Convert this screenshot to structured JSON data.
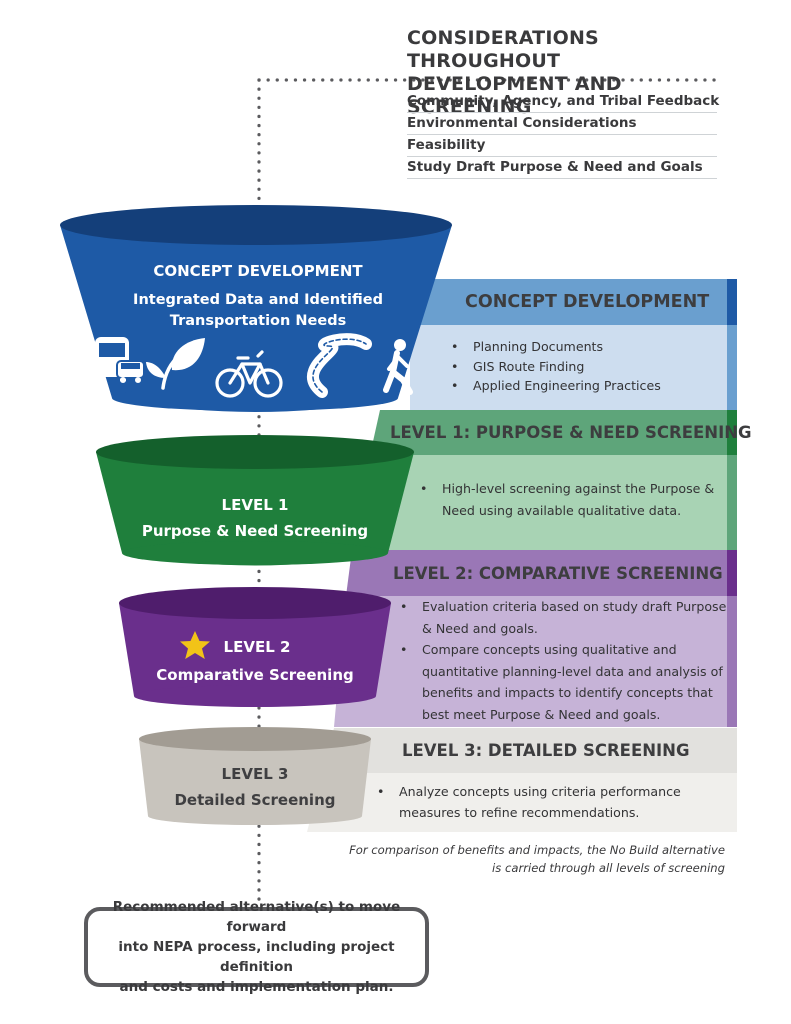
{
  "considerations": {
    "title_line1": "CONSIDERATIONS THROUGHOUT",
    "title_line2": "DEVELOPMENT AND SCREENING",
    "items": [
      "Community, Agency, and Tribal Feedback",
      "Environmental Considerations",
      "Feasibility",
      "Study Draft Purpose & Need and Goals"
    ]
  },
  "funnel": {
    "concept": {
      "title": "CONCEPT DEVELOPMENT",
      "subtitle_line1": "Integrated Data and Identified",
      "subtitle_line2": "Transportation Needs",
      "icons": [
        "bus-car-icon",
        "leaf-icon",
        "bicycle-icon",
        "road-icon",
        "pedestrian-icon"
      ],
      "color": "#1e5aa6"
    },
    "level1": {
      "line1": "LEVEL 1",
      "line2": "Purpose & Need Screening",
      "color": "#1f7f3c"
    },
    "level2": {
      "line1": "LEVEL 2",
      "line2": "Comparative Screening",
      "icon": "star-icon",
      "color": "#6a2f8c"
    },
    "level3": {
      "line1": "LEVEL 3",
      "line2": "Detailed  Screening",
      "color": "#c8c4bd"
    }
  },
  "panels": {
    "concept": {
      "title": "CONCEPT DEVELOPMENT",
      "bullets": [
        "Planning Documents",
        "GIS Route Finding",
        "Applied Engineering Practices"
      ]
    },
    "level1": {
      "title": "LEVEL 1:  PURPOSE & NEED SCREENING",
      "bullets": [
        [
          "High-level screening against the Purpose &",
          "Need using available qualitative data."
        ]
      ]
    },
    "level2": {
      "title": "LEVEL 2:  COMPARATIVE SCREENING",
      "bullets": [
        [
          "Evaluation criteria based on study draft Purpose",
          "& Need and goals."
        ],
        [
          "Compare concepts using qualitative and",
          "quantitative planning-level data and analysis of",
          "benefits and impacts to identify concepts that",
          "best meet Purpose & Need and goals."
        ]
      ]
    },
    "level3": {
      "title": "LEVEL 3: DETAILED SCREENING",
      "bullets": [
        [
          "Analyze concepts using criteria performance",
          "measures to refine recommendations."
        ]
      ]
    }
  },
  "note": {
    "line1": "For comparison of benefits and impacts, the No Build alternative",
    "line2": "is carried through all levels of screening"
  },
  "final": {
    "line1": "Recommended alternative(s) to move forward",
    "line2": "into NEPA process, including project definition",
    "line3": "and costs and implementation plan."
  }
}
